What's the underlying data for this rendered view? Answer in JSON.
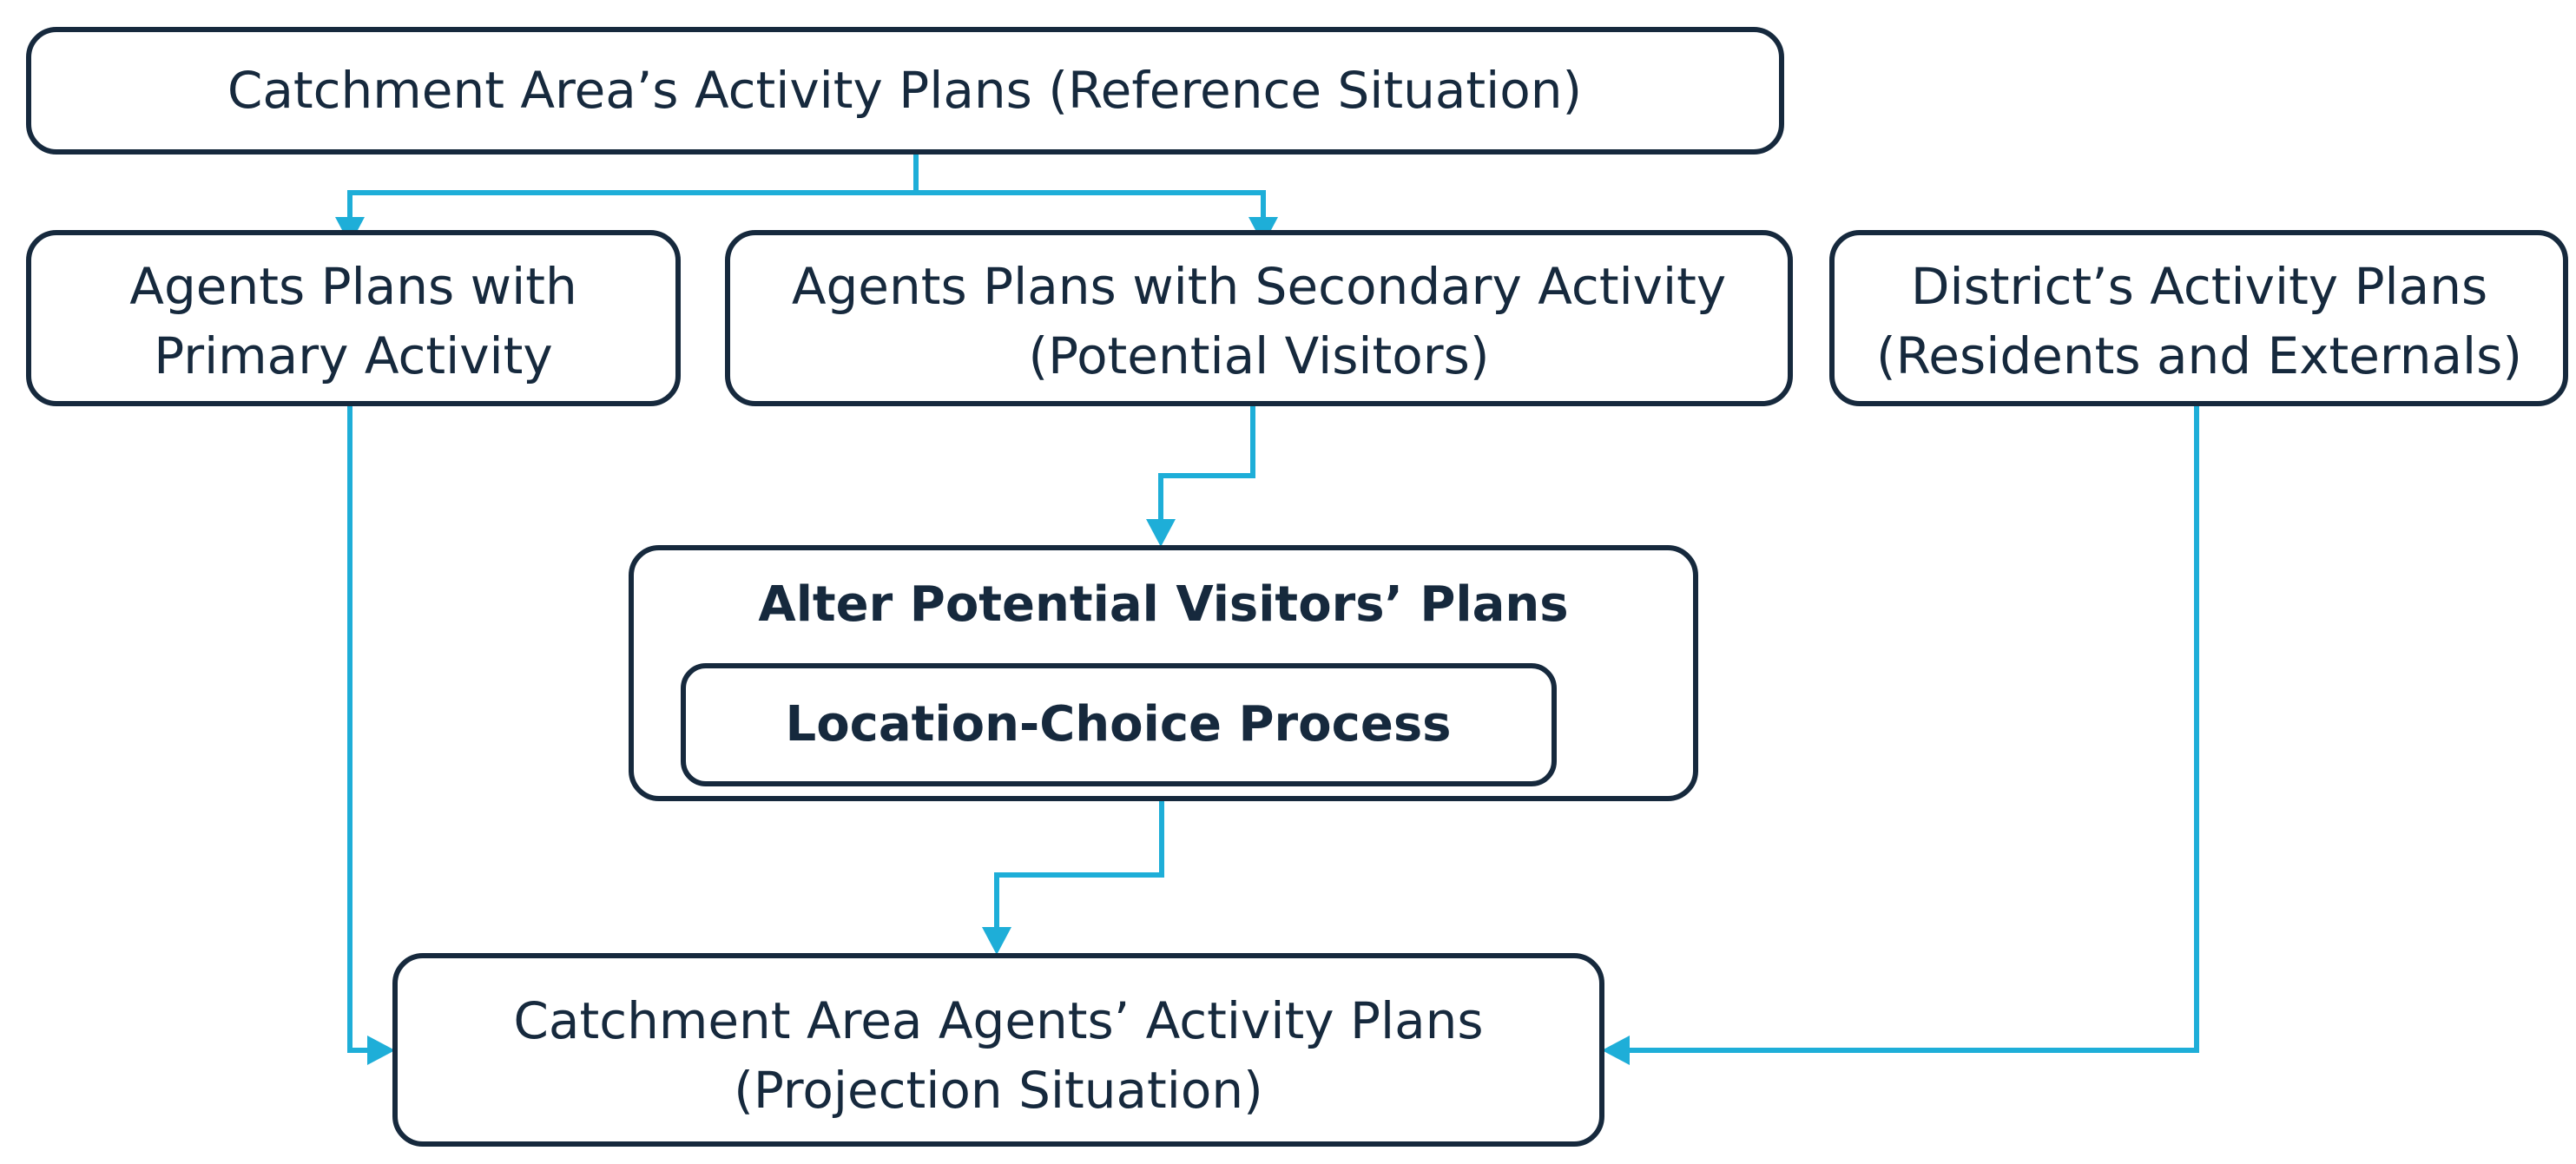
{
  "diagram": {
    "title": "Catchment Area Activity Plans Flowchart",
    "colors": {
      "box_border": "#16293d",
      "box_fill": "#ffffff",
      "connector": "#1eaed8",
      "text": "#16293d",
      "background": "#ffffff"
    },
    "nodes": {
      "reference_situation": {
        "label": "Catchment Area’s Activity Plans (Reference Situation)",
        "lines": [
          "Catchment Area’s Activity Plans (Reference Situation)"
        ],
        "emphasis": "regular"
      },
      "primary_activity": {
        "label": "Agents Plans with Primary Activity",
        "lines": [
          "Agents Plans with",
          "Primary Activity"
        ],
        "emphasis": "regular"
      },
      "secondary_activity": {
        "label": "Agents Plans with Secondary Activity (Potential Visitors)",
        "lines": [
          "Agents Plans with Secondary Activity",
          "(Potential Visitors)"
        ],
        "emphasis": "regular"
      },
      "district_plans": {
        "label": "District’s Activity Plans (Residents and Externals)",
        "lines": [
          "District’s Activity Plans",
          "(Residents and Externals)"
        ],
        "emphasis": "regular"
      },
      "alter_plans": {
        "label": "Alter Potential Visitors’ Plans",
        "lines": [
          "Alter Potential Visitors’ Plans"
        ],
        "emphasis": "bold"
      },
      "location_choice": {
        "label": "Location-Choice Process",
        "lines": [
          "Location-Choice Process"
        ],
        "emphasis": "bold"
      },
      "projection_situation": {
        "label": "Catchment Area Agents’ Activity Plans (Projection Situation)",
        "lines": [
          "Catchment Area Agents’ Activity Plans",
          "(Projection Situation)"
        ],
        "emphasis": "regular"
      }
    },
    "edges": [
      {
        "id": "reference-to-primary",
        "from": "reference_situation",
        "to": "primary_activity",
        "style": "elbow-split-left"
      },
      {
        "id": "reference-to-secondary",
        "from": "reference_situation",
        "to": "secondary_activity",
        "style": "elbow-split-right"
      },
      {
        "id": "secondary-to-alter",
        "from": "secondary_activity",
        "to": "alter_plans",
        "style": "elbow-down-left"
      },
      {
        "id": "alter-to-projection",
        "from": "alter_plans",
        "to": "projection_situation",
        "style": "elbow-down-left"
      },
      {
        "id": "primary-to-projection",
        "from": "primary_activity",
        "to": "projection_situation",
        "style": "elbow-down-right-into-left-side"
      },
      {
        "id": "district-to-projection",
        "from": "district_plans",
        "to": "projection_situation",
        "style": "elbow-down-left-into-right-side"
      }
    ]
  }
}
